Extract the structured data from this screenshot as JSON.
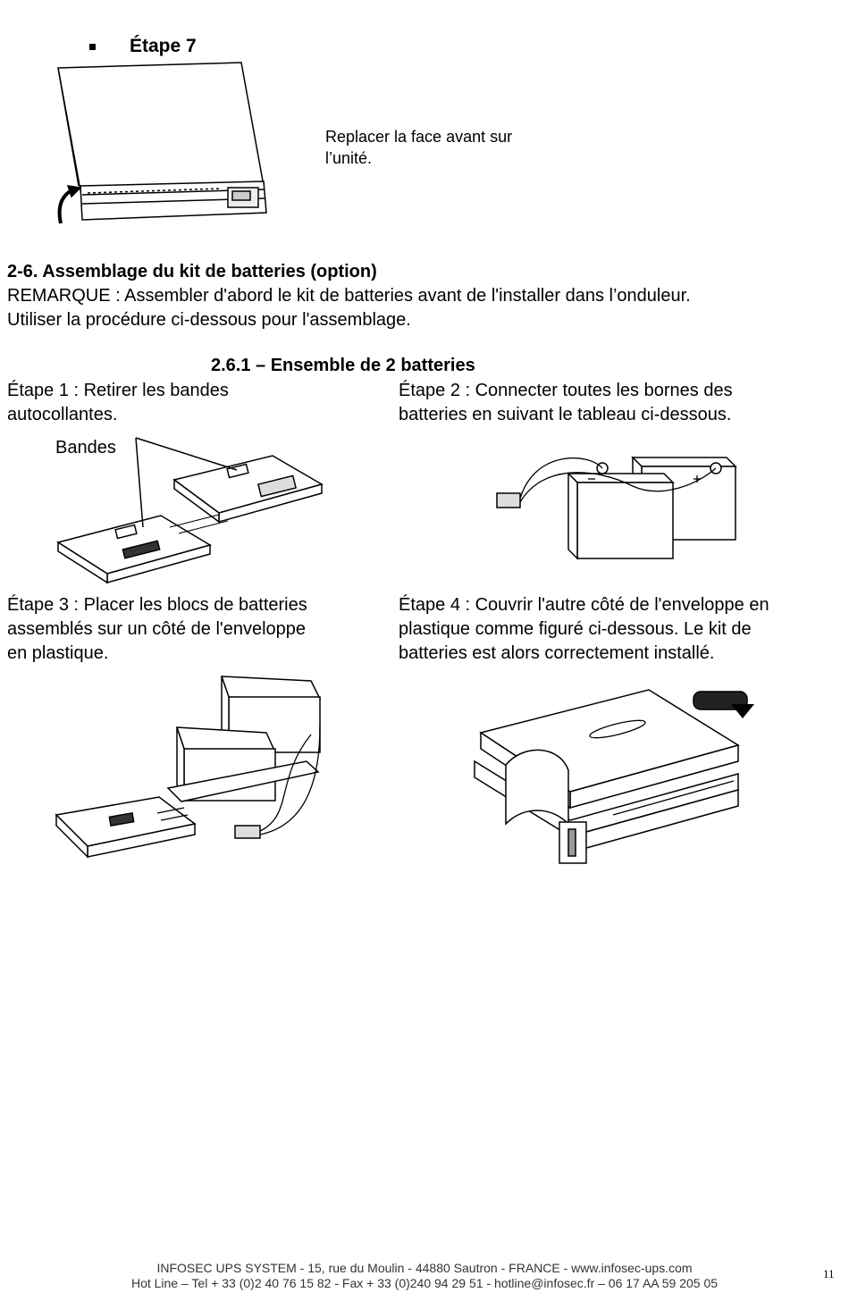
{
  "step7": {
    "label": "Étape 7",
    "caption_line1": "Replacer la face avant sur",
    "caption_line2": "l’unité."
  },
  "section": {
    "title": "2-6. Assemblage du kit de batteries (option)",
    "note_line1": "REMARQUE : Assembler d'abord le kit de batteries avant de l'installer dans l’onduleur.",
    "note_line2": "Utiliser la procédure ci-dessous pour l'assemblage.",
    "subtitle": "2.6.1 – Ensemble de 2 batteries"
  },
  "steps": {
    "step1_line1": "Étape 1 : Retirer les bandes",
    "step1_line2": "autocollantes.",
    "step1_callout": "Bandes",
    "step2_line1": "Étape 2 : Connecter toutes les bornes des",
    "step2_line2": "batteries en suivant le tableau ci-dessous.",
    "step3_line1": "Étape 3 : Placer les blocs de batteries",
    "step3_line2": "assemblés sur un côté de l'enveloppe",
    "step3_line3": "en plastique.",
    "step4_line1": "Étape 4 : Couvrir l'autre côté de l'enveloppe en",
    "step4_line2": "plastique comme figuré ci-dessous. Le kit de",
    "step4_line3": "batteries est alors correctement installé."
  },
  "footer": {
    "line1": "INFOSEC UPS SYSTEM - 15, rue du Moulin - 44880 Sautron - FRANCE - www.infosec-ups.com",
    "line2": "Hot Line – Tel + 33 (0)2 40 76 15 82 - Fax + 33 (0)240 94 29 51 - hotline@infosec.fr – 06 17 AA 59 205 05",
    "page_number": "11"
  },
  "icons": {
    "bullet": "square-bullet-icon",
    "ups": "ups-front-panel-illustration",
    "trays": "battery-trays-illustration",
    "batteries": "battery-wiring-illustration",
    "assembly": "battery-placement-illustration",
    "cover": "battery-cover-illustration"
  }
}
